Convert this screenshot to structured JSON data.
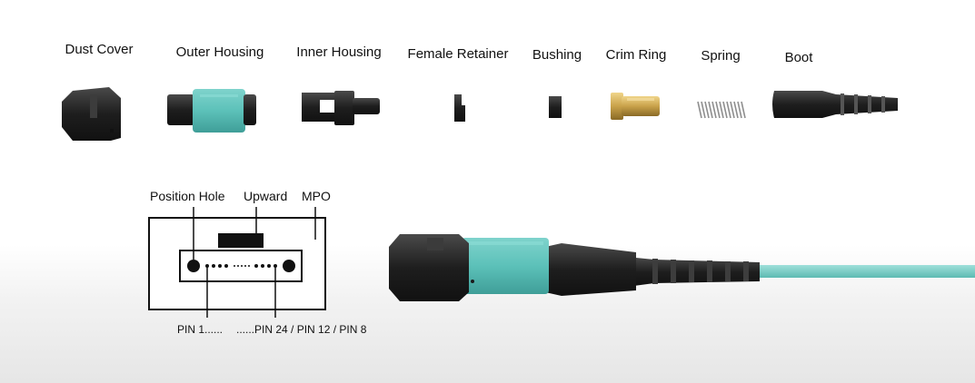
{
  "parts": [
    {
      "id": "dust-cover",
      "label": "Dust Cover"
    },
    {
      "id": "outer-housing",
      "label": "Outer Housing"
    },
    {
      "id": "inner-housing",
      "label": "Inner Housing"
    },
    {
      "id": "female-retainer",
      "label": "Female Retainer"
    },
    {
      "id": "bushing",
      "label": "Bushing"
    },
    {
      "id": "crim-ring",
      "label": "Crim Ring"
    },
    {
      "id": "spring",
      "label": "Spring"
    },
    {
      "id": "boot",
      "label": "Boot"
    }
  ],
  "diagram": {
    "position_hole_label": "Position Hole",
    "upward_label": "Upward",
    "mpo_label": "MPO",
    "pin1_label": "PIN 1......",
    "pin_end_label": "......PIN 24 / PIN 12 / PIN 8"
  },
  "colors": {
    "aqua": "#5cc1b9",
    "aqua_dark": "#3f9e98",
    "black_plastic": "#2a2a2a",
    "brass": "#c9a24a"
  }
}
